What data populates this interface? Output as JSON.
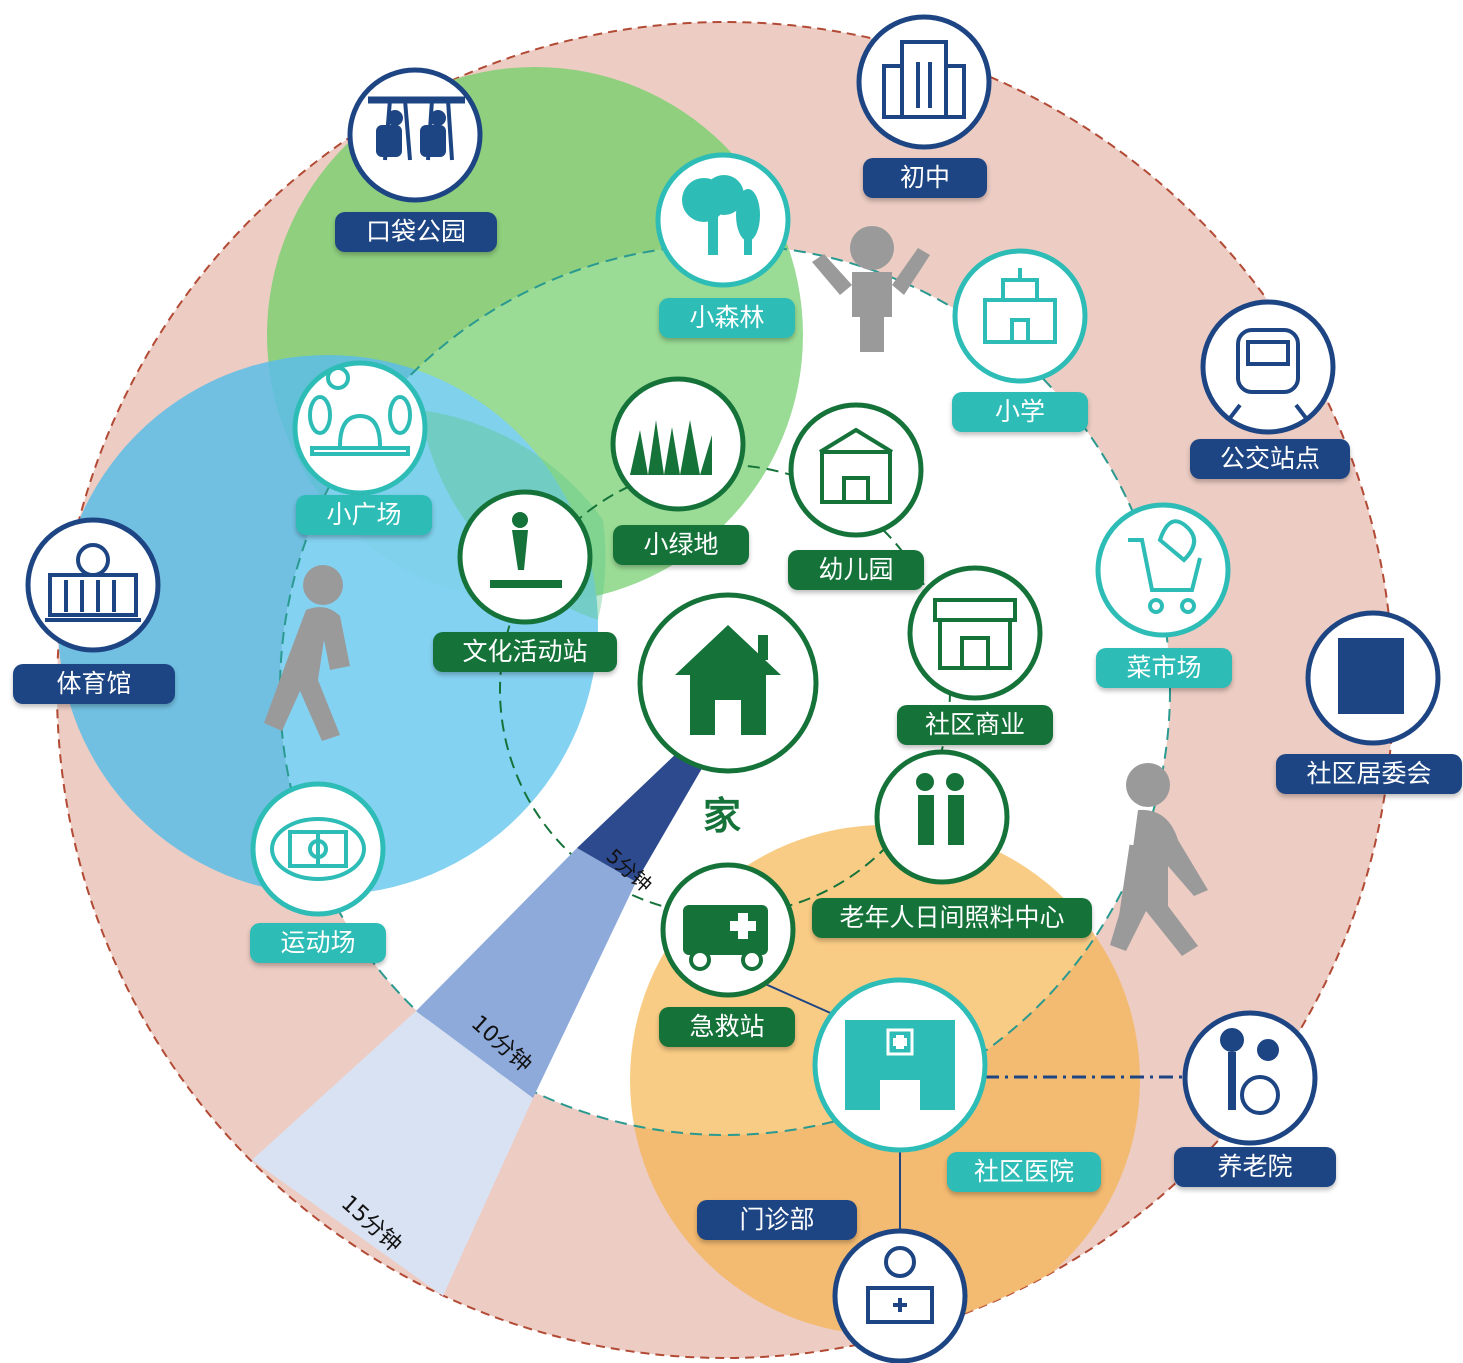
{
  "center": {
    "label": "家"
  },
  "rings": [
    {
      "label": "5分钟"
    },
    {
      "label": "10分钟"
    },
    {
      "label": "15分钟"
    }
  ],
  "facilities": {
    "junior_high": "初中",
    "pocket_park": "口袋公园",
    "small_forest": "小森林",
    "primary_school": "小学",
    "bus_stop": "公交站点",
    "small_plaza": "小广场",
    "small_green": "小绿地",
    "kindergarten": "幼儿园",
    "culture_station": "文化活动站",
    "vegetable_market": "菜市场",
    "gymnasium": "体育馆",
    "community_commerce": "社区商业",
    "residents_committee": "社区居委会",
    "elderly_day_care": "老年人日间照料中心",
    "sports_field": "运动场",
    "first_aid": "急救站",
    "community_hospital": "社区医院",
    "nursing_home": "养老院",
    "outpatient": "门诊部"
  },
  "colors": {
    "ring15": "#ecccc3",
    "green_zone": "#8fcf7e",
    "blue_zone": "#5cbde8",
    "orange_zone": "#f3b86a",
    "navy": "#1e4583",
    "teal": "#2ebcb6",
    "dark_green": "#15733a"
  }
}
